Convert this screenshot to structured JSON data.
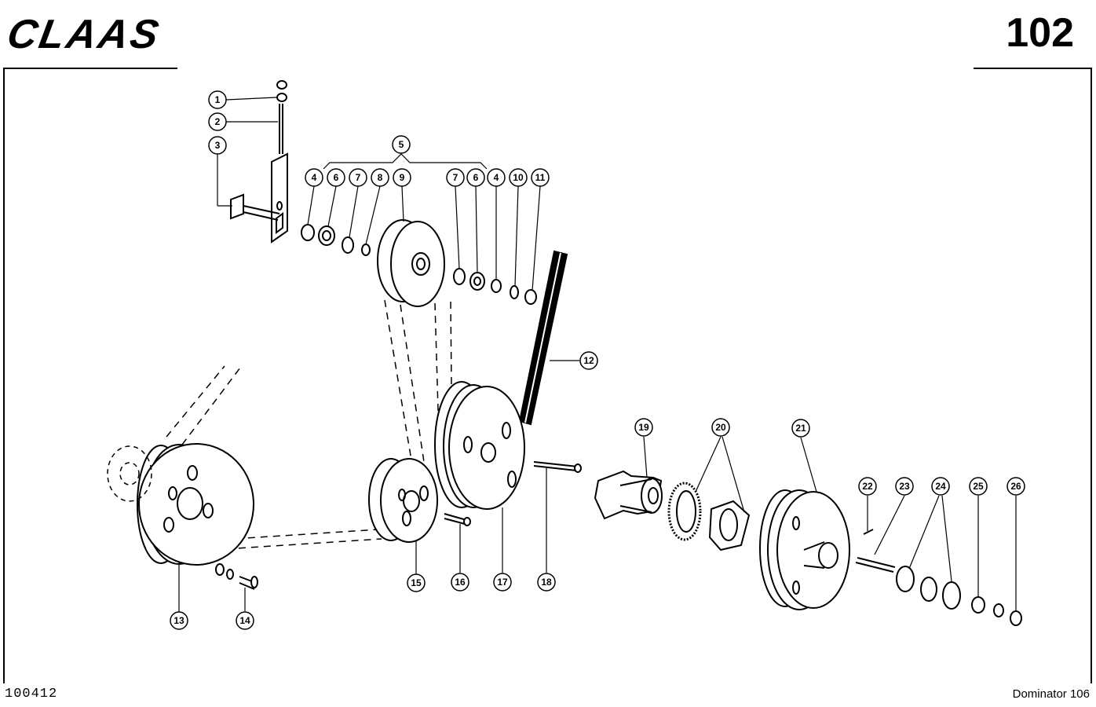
{
  "header": {
    "brand": "CLAAS",
    "page_number": "102"
  },
  "footer": {
    "doc_code": "100412",
    "model": "Dominator 106"
  },
  "callouts": [
    "1",
    "2",
    "3",
    "4",
    "5",
    "6",
    "7",
    "8",
    "9",
    "10",
    "11",
    "12",
    "13",
    "14",
    "15",
    "16",
    "17",
    "18",
    "19",
    "20",
    "21",
    "22",
    "23",
    "24",
    "25",
    "26"
  ]
}
